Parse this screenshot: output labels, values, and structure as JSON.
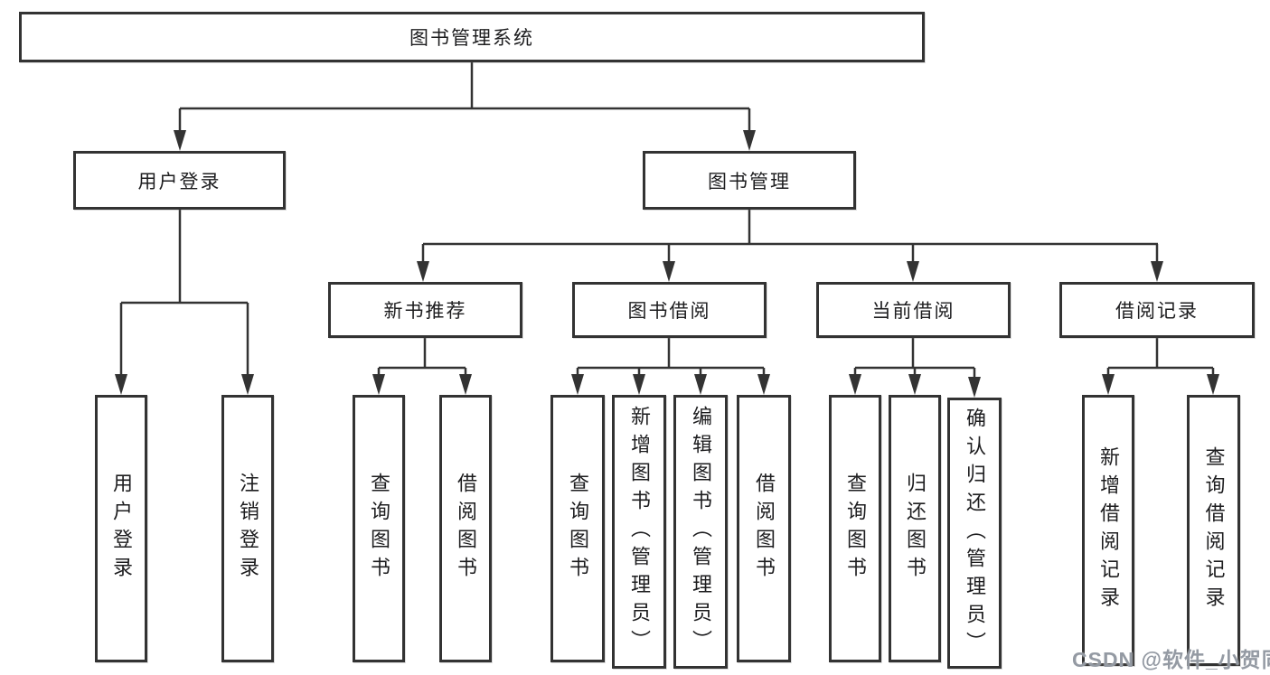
{
  "tree": {
    "label": "图书管理系统",
    "children": [
      {
        "label": "用户登录",
        "children": [
          {
            "label": "用户登录"
          },
          {
            "label": "注销登录"
          }
        ]
      },
      {
        "label": "图书管理",
        "children": [
          {
            "label": "新书推荐",
            "children": [
              {
                "label": "查询图书"
              },
              {
                "label": "借阅图书"
              }
            ]
          },
          {
            "label": "图书借阅",
            "children": [
              {
                "label": "查询图书"
              },
              {
                "label": "新增图书（管理员）"
              },
              {
                "label": "编辑图书（管理员）"
              },
              {
                "label": "借阅图书"
              }
            ]
          },
          {
            "label": "当前借阅",
            "children": [
              {
                "label": "查询图书"
              },
              {
                "label": "归还图书"
              },
              {
                "label": "确认归还（管理员）"
              }
            ]
          },
          {
            "label": "借阅记录",
            "children": [
              {
                "label": "新增借阅记录"
              },
              {
                "label": "查询借阅记录"
              }
            ]
          }
        ]
      }
    ]
  },
  "watermark": "CSDN @软件_小贺同学",
  "colors": {
    "line": "#333333",
    "text": "#1d1d1f",
    "box_background": "#ffffff",
    "page_background": "#ffffff",
    "watermark": "#949aa3"
  }
}
